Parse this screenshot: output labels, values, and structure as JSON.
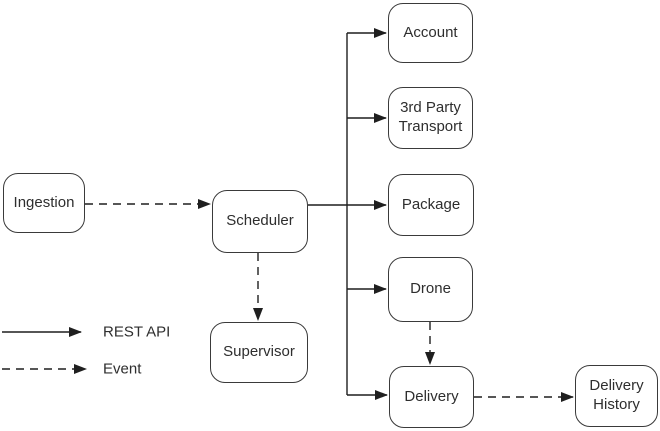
{
  "diagram": {
    "nodes": {
      "ingestion": {
        "label": "Ingestion"
      },
      "scheduler": {
        "label": "Scheduler"
      },
      "supervisor": {
        "label": "Supervisor"
      },
      "account": {
        "label": "Account"
      },
      "third_party_transport": {
        "label": "3rd Party\nTransport"
      },
      "package": {
        "label": "Package"
      },
      "drone": {
        "label": "Drone"
      },
      "delivery": {
        "label": "Delivery"
      },
      "delivery_history": {
        "label": "Delivery\nHistory"
      }
    },
    "edges": [
      {
        "from": "Ingestion",
        "to": "Scheduler",
        "type": "Event"
      },
      {
        "from": "Scheduler",
        "to": "Account",
        "type": "REST API"
      },
      {
        "from": "Scheduler",
        "to": "3rd Party Transport",
        "type": "REST API"
      },
      {
        "from": "Scheduler",
        "to": "Package",
        "type": "REST API"
      },
      {
        "from": "Scheduler",
        "to": "Drone",
        "type": "REST API"
      },
      {
        "from": "Scheduler",
        "to": "Delivery",
        "type": "REST API"
      },
      {
        "from": "Scheduler",
        "to": "Supervisor",
        "type": "Event"
      },
      {
        "from": "Drone",
        "to": "Delivery",
        "type": "Event"
      },
      {
        "from": "Delivery",
        "to": "Delivery History",
        "type": "Event"
      }
    ],
    "legend": {
      "solid_label": "REST API",
      "dashed_label": "Event"
    },
    "colors": {
      "line": "#1f1f1f",
      "node_border": "#3a3a3a",
      "text": "#2e2e2e",
      "background": "#ffffff"
    }
  }
}
